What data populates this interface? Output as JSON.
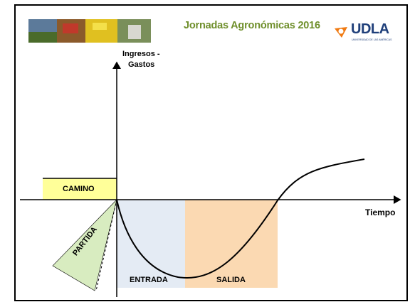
{
  "header": {
    "event_title": "Jornadas Agronómicas 2016",
    "logo_text": "UDLA",
    "logo_subtitle": "UNIVERSIDAD DE LAS AMÉRICAS",
    "photo_strip": "agricultural-photos-strip"
  },
  "diagram": {
    "y_axis_label_line1": "Ingresos -",
    "y_axis_label_line2": "Gastos",
    "x_axis_label": "Tiempo",
    "phases": {
      "camino": "CAMINO",
      "partida": "PARTIDA",
      "entrada": "ENTRADA",
      "salida": "SALIDA"
    },
    "colors": {
      "camino": "#ffff99",
      "partida": "#d8ecc0",
      "entrada": "#e4ebf4",
      "salida": "#fbd9b2",
      "title_green": "#6f8f2b",
      "logo_orange": "#f07a12",
      "logo_blue": "#1f3f7a"
    }
  }
}
